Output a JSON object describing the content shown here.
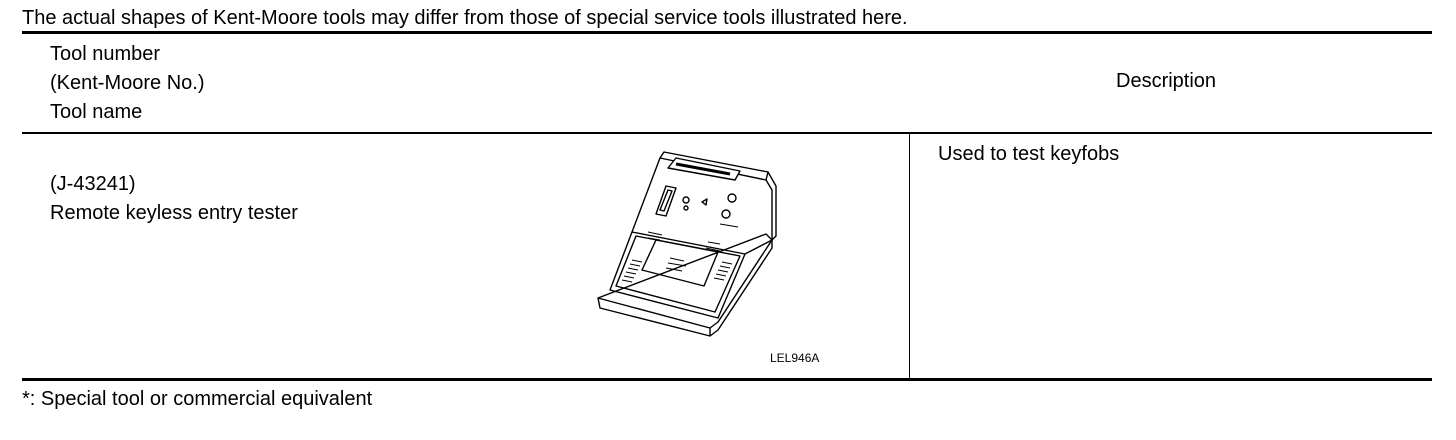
{
  "intro_note": "The actual shapes of Kent-Moore tools may differ from those of special service tools illustrated here.",
  "table": {
    "header": {
      "tool_number": "Tool number",
      "kent_moore_no": "(Kent-Moore No.)",
      "tool_name": "Tool name",
      "description": "Description"
    },
    "rows": [
      {
        "kent_moore_no": "(J-43241)",
        "tool_name": "Remote keyless entry tester",
        "figure_code": "LEL946A",
        "description": "Used to test keyfobs"
      }
    ]
  },
  "footnote": "*: Special tool or commercial equivalent",
  "icons": {
    "tool_illustration": "remote-keyless-entry-tester-illustration"
  }
}
